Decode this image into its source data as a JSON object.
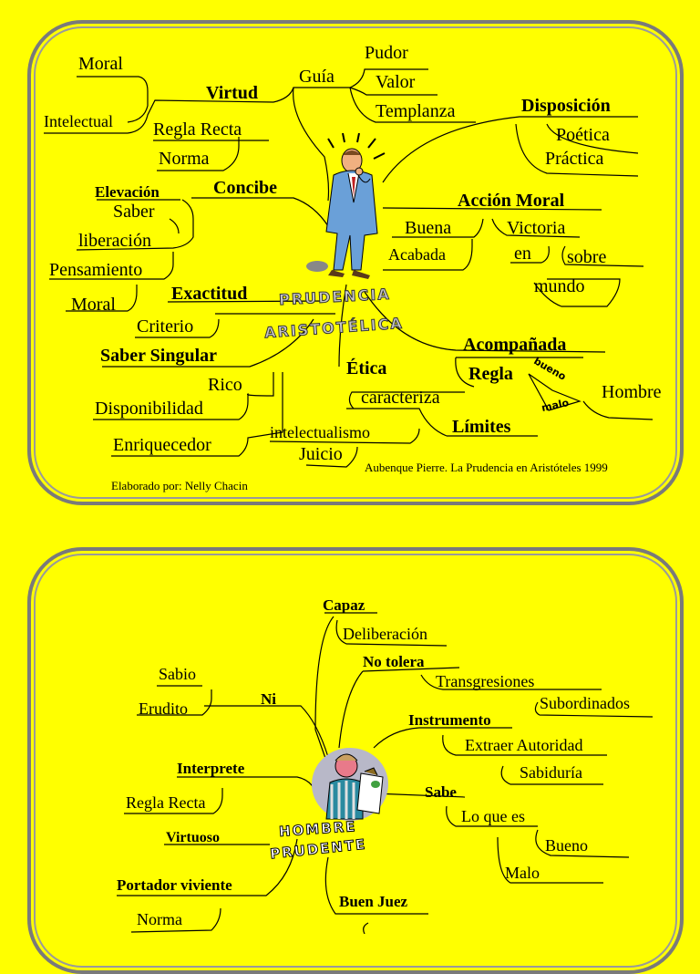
{
  "map1": {
    "center": [
      "PRUDENCIA",
      "ARISTOTÉLICA"
    ],
    "virtud": "Virtud",
    "moral_top": "Moral",
    "intelectual": "Intelectual",
    "regla_recta": "Regla Recta",
    "norma": "Norma",
    "guia": "Guía",
    "pudor": "Pudor",
    "valor": "Valor",
    "templanza": "Templanza",
    "disposicion": "Disposición",
    "poetica": "Poética",
    "practica": "Práctica",
    "elevacion": "Elevación",
    "concibe": "Concibe",
    "saber": "Saber",
    "liberacion": "liberación",
    "pensamiento": "Pensamiento",
    "moral_bottom": "Moral",
    "exactitud": "Exactitud",
    "criterio": "Criterio",
    "accion_moral": "Acción Moral",
    "buena": "Buena",
    "acabada": "Acabada",
    "victoria": "Victoria",
    "en": "en",
    "sobre": "sobre",
    "mundo": "mundo",
    "saber_singular": "Saber Singular",
    "rico": "Rico",
    "disponibilidad": "Disponibilidad",
    "enriquecedor": "Enriquecedor",
    "etica": "Ética",
    "caracteriza": "caracteriza",
    "intelectualismo": "intelectualismo",
    "juicio": "Juicio",
    "acompanada": "Acompañada",
    "regla": "Regla",
    "bueno": "bueno",
    "malo": "malo",
    "hombre": "Hombre",
    "limites": "Límites",
    "source": "Aubenque Pierre. La Prudencia en Aristóteles 1999",
    "author": "Elaborado por: Nelly Chacin"
  },
  "map2": {
    "center": [
      "HOMBRE",
      "PRUDENTE"
    ],
    "capaz": "Capaz",
    "deliberacion": "Deliberación",
    "sabio": "Sabio",
    "erudito": "Erudito",
    "ni": "Ni",
    "no_tolera": "No tolera",
    "transgresiones": "Transgresiones",
    "subordinados": "Subordinados",
    "instrumento": "Instrumento",
    "extraer_autoridad": "Extraer Autoridad",
    "sabiduria": "Sabiduría",
    "interprete": "Interprete",
    "regla_recta": "Regla Recta",
    "sabe": "Sabe",
    "lo_que_es": "Lo que es",
    "bueno": "Bueno",
    "malo": "Malo",
    "virtuoso": "Virtuoso",
    "portador_viviente": "Portador viviente",
    "norma": "Norma",
    "buen_juez": "Buen Juez"
  }
}
